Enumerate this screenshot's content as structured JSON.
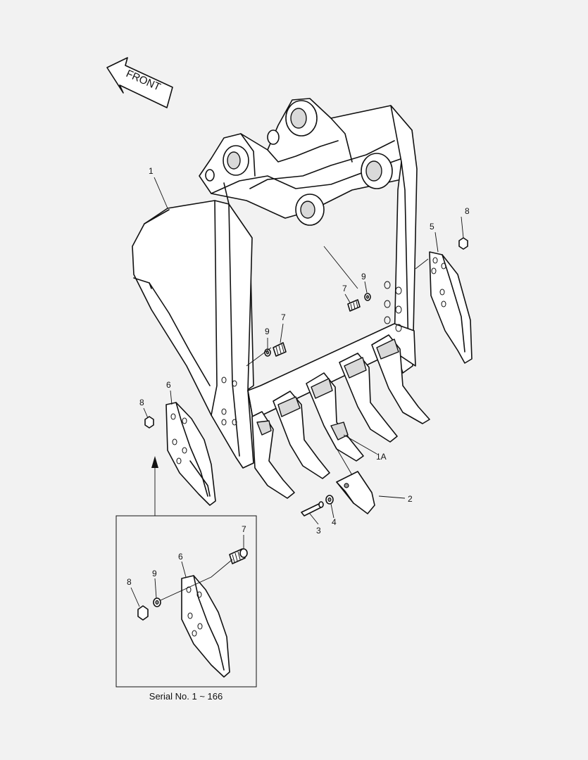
{
  "direction_arrow": {
    "label": "FRONT"
  },
  "callouts": {
    "bucket": "1",
    "tooth_adapter": "1A",
    "tooth_point": "2",
    "pin": "3",
    "lock_washer": "4",
    "side_cutter_right": "5",
    "side_cutter_left": "6",
    "bolt": "7",
    "nut": "8",
    "washer": "9"
  },
  "inset": {
    "caption": "Serial No. 1 ~ 166",
    "callouts": {
      "bolt": "7",
      "side_cutter": "6",
      "nut": "8",
      "washer": "9"
    }
  },
  "colors": {
    "line": "#111111",
    "fill": "#ffffff",
    "shade": "#d9d9d9",
    "background": "#f2f2f2"
  }
}
